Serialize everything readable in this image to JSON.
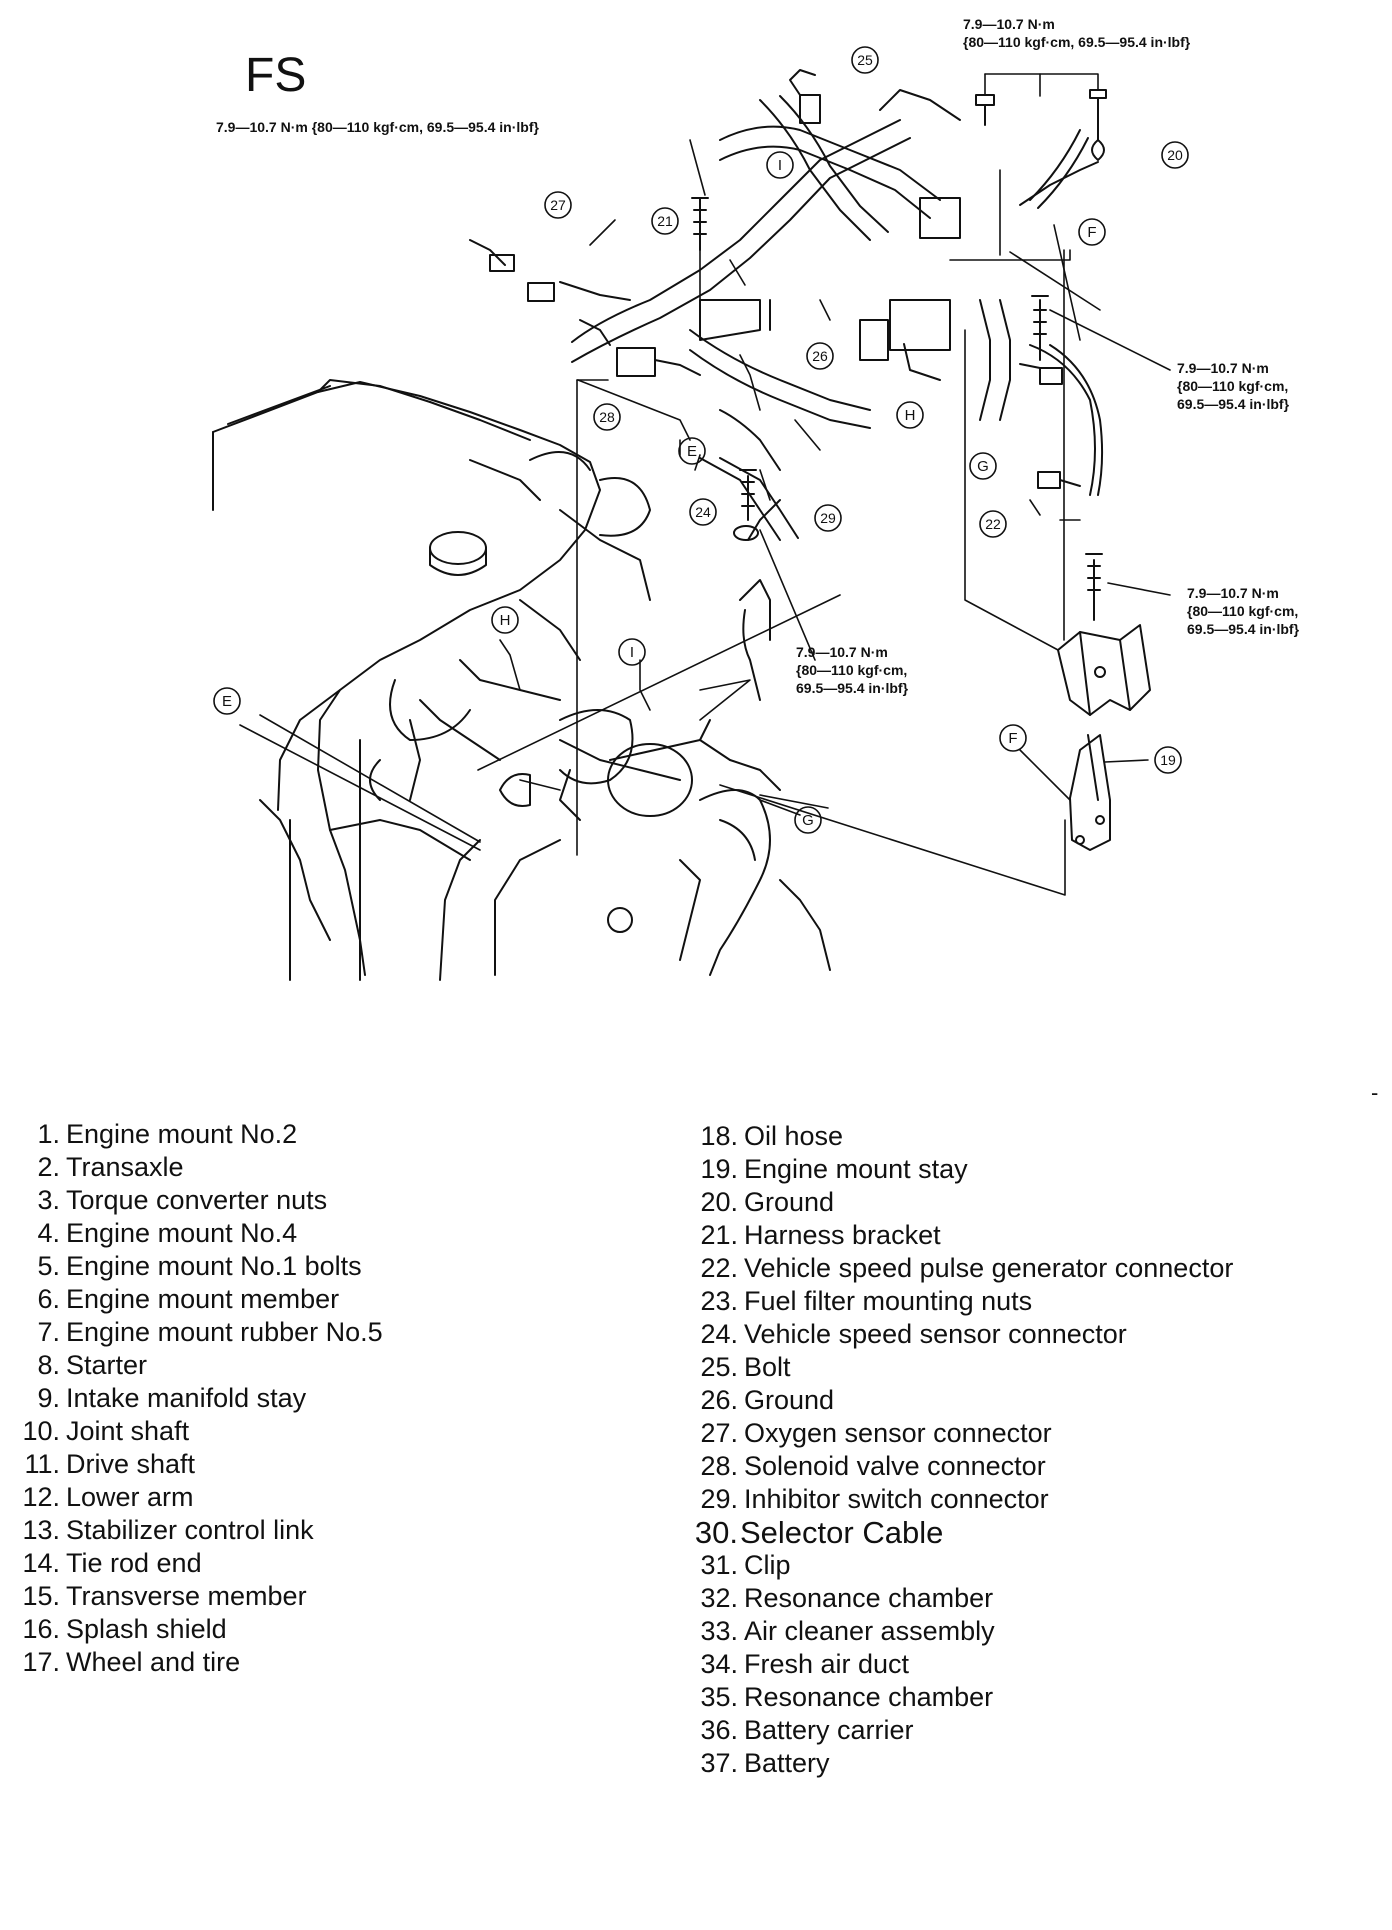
{
  "title": "FS",
  "torque_specs": [
    "7.9—10.7 N·m {80—110 kgf·cm, 69.5—95.4 in·lbf}",
    "7.9—10.7 N·m\n{80—110 kgf·cm, 69.5—95.4 in·lbf}",
    "7.9—10.7 N·m\n{80—110 kgf·cm,\n69.5—95.4 in·lbf}",
    "7.9—10.7 N·m\n{80—110 kgf·cm,\n69.5—95.4 in·lbf}",
    "7.9—10.7 N·m\n{80—110 kgf·cm,\n69.5—95.4 in·lbf}"
  ],
  "callouts": [
    "19",
    "20",
    "21",
    "22",
    "24",
    "25",
    "26",
    "27",
    "28",
    "29"
  ],
  "reference_letters": [
    "E",
    "F",
    "G",
    "H",
    "I"
  ],
  "legend_left": [
    {
      "num": "1.",
      "name": "Engine mount No.2"
    },
    {
      "num": "2.",
      "name": "Transaxle"
    },
    {
      "num": "3.",
      "name": "Torque converter nuts"
    },
    {
      "num": "4.",
      "name": "Engine mount No.4"
    },
    {
      "num": "5.",
      "name": "Engine mount No.1 bolts"
    },
    {
      "num": "6.",
      "name": "Engine mount member"
    },
    {
      "num": "7.",
      "name": "Engine mount rubber No.5"
    },
    {
      "num": "8.",
      "name": "Starter"
    },
    {
      "num": "9.",
      "name": "Intake manifold stay"
    },
    {
      "num": "10.",
      "name": "Joint shaft"
    },
    {
      "num": "11.",
      "name": "Drive shaft"
    },
    {
      "num": "12.",
      "name": "Lower arm"
    },
    {
      "num": "13.",
      "name": "Stabilizer control link"
    },
    {
      "num": "14.",
      "name": "Tie rod end"
    },
    {
      "num": "15.",
      "name": "Transverse member"
    },
    {
      "num": "16.",
      "name": "Splash shield"
    },
    {
      "num": "17.",
      "name": "Wheel and tire"
    }
  ],
  "legend_right": [
    {
      "num": "18.",
      "name": "Oil hose"
    },
    {
      "num": "19.",
      "name": "Engine mount stay"
    },
    {
      "num": "20.",
      "name": "Ground"
    },
    {
      "num": "21.",
      "name": "Harness bracket"
    },
    {
      "num": "22.",
      "name": "Vehicle speed pulse generator connector"
    },
    {
      "num": "23.",
      "name": "Fuel filter mounting nuts"
    },
    {
      "num": "24.",
      "name": "Vehicle speed sensor connector"
    },
    {
      "num": "25.",
      "name": "Bolt"
    },
    {
      "num": "26.",
      "name": "Ground"
    },
    {
      "num": "27.",
      "name": "Oxygen sensor connector"
    },
    {
      "num": "28.",
      "name": "Solenoid valve connector"
    },
    {
      "num": "29.",
      "name": "Inhibitor switch connector"
    },
    {
      "num": "30.",
      "name": "Selector Cable"
    },
    {
      "num": "31.",
      "name": "Clip"
    },
    {
      "num": "32.",
      "name": "Resonance chamber"
    },
    {
      "num": "33.",
      "name": "Air cleaner assembly"
    },
    {
      "num": "34.",
      "name": "Fresh air duct"
    },
    {
      "num": "35.",
      "name": "Resonance chamber"
    },
    {
      "num": "36.",
      "name": "Battery carrier"
    },
    {
      "num": "37.",
      "name": "Battery"
    }
  ],
  "dash": "-"
}
